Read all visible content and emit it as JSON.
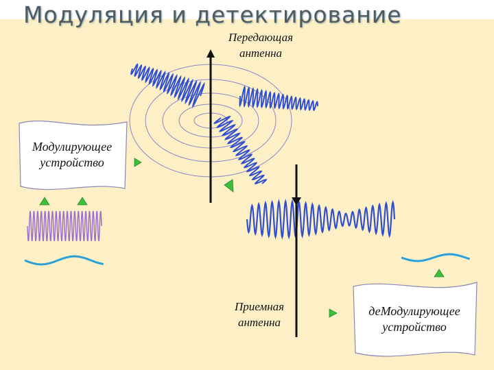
{
  "title": "Модуляция и детектирование",
  "transmit_antenna": {
    "line1": "Передающая",
    "line2": "антенна"
  },
  "receive_antenna": {
    "line1": "Приемная",
    "line2": "антенна"
  },
  "modulator": {
    "line1": "Модулирующее",
    "line2": "устройство"
  },
  "demodulator": {
    "line1": "деМодулирующее",
    "line2": "устройство"
  },
  "colors": {
    "background": "#fdf0c6",
    "wave": "#2f4fd0",
    "carrier": "#9a6fd0",
    "signal": "#2a9fd8",
    "arrow": "#3cbf3c"
  }
}
